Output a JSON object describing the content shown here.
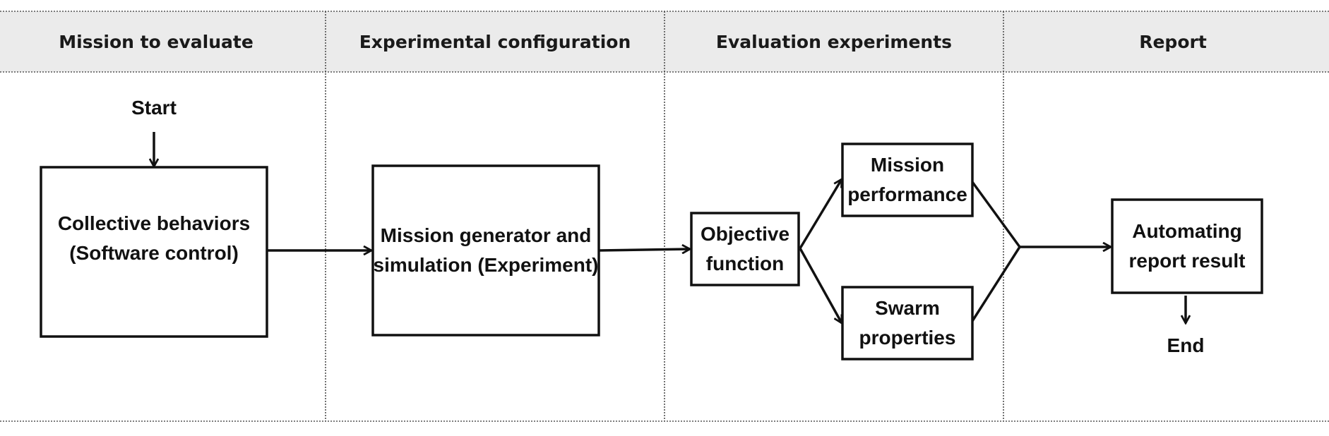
{
  "lanes": [
    {
      "title": "Mission to evaluate"
    },
    {
      "title": "Experimental configuration"
    },
    {
      "title": "Evaluation experiments"
    },
    {
      "title": "Report"
    }
  ],
  "colors": {
    "header_bg": "#ebebeb",
    "stroke": "#111111"
  },
  "terminals": {
    "start": "Start",
    "end": "End"
  },
  "nodes": {
    "collective_behaviors": {
      "lines": [
        "Collective behaviors",
        "(Software control)"
      ]
    },
    "mission_generator": {
      "lines": [
        "Mission generator and",
        "simulation (Experiment)"
      ]
    },
    "objective_function": {
      "lines": [
        "Objective",
        "function"
      ]
    },
    "mission_performance": {
      "lines": [
        "Mission",
        "performance"
      ]
    },
    "swarm_properties": {
      "lines": [
        "Swarm",
        "properties"
      ]
    },
    "automating_report": {
      "lines": [
        "Automating",
        "report result"
      ]
    }
  }
}
